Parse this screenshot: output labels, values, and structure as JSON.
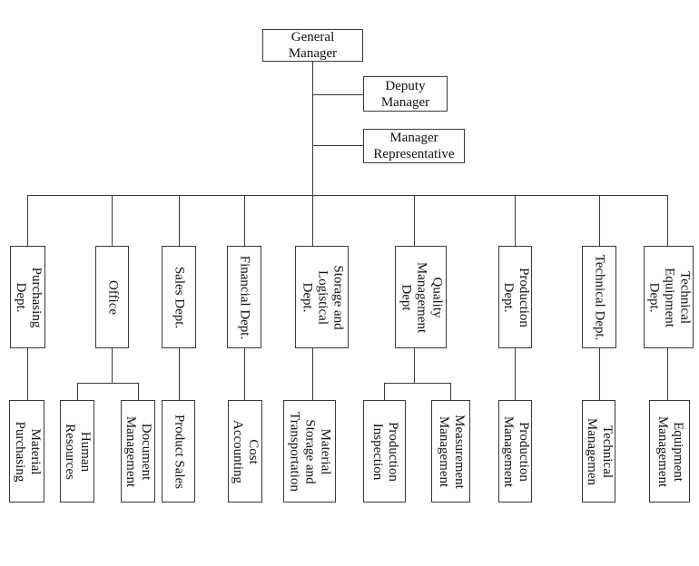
{
  "colors": {
    "background": "#ffffff",
    "line": "#3a3a3a",
    "box_border": "#3a3a3a",
    "box_background": "#ffffff",
    "text": "#111111"
  },
  "org": {
    "general_manager": {
      "label": "General\nManager"
    },
    "deputy_manager": {
      "label": "Deputy\nManager"
    },
    "manager_representative": {
      "label": "Manager\nRepresentative"
    },
    "departments": [
      {
        "id": "purchasing-dept",
        "label": "Purchasing\nDept.",
        "children": [
          {
            "id": "material-purchasing",
            "label": "Material\nPurchasing"
          }
        ]
      },
      {
        "id": "office",
        "label": "Office",
        "children": [
          {
            "id": "human-resources",
            "label": "Human\nResources"
          },
          {
            "id": "document-management",
            "label": "Document\nManagement"
          }
        ]
      },
      {
        "id": "sales-dept",
        "label": "Sales Dept.",
        "children": [
          {
            "id": "product-sales",
            "label": "Product Sales"
          }
        ]
      },
      {
        "id": "financial-dept",
        "label": "Financial Dept.",
        "children": [
          {
            "id": "cost-accounting",
            "label": "Cost\nAccounting"
          }
        ]
      },
      {
        "id": "storage-logistical-dept",
        "label": "Storage and\nLogistical\nDept.",
        "children": [
          {
            "id": "material-storage-transportation",
            "label": "Material\nStorage and\nTransportation"
          }
        ]
      },
      {
        "id": "quality-management-dept",
        "label": "Quality\nManagement\nDept",
        "children": [
          {
            "id": "production-inspection",
            "label": "Production\nInspection"
          },
          {
            "id": "measurement-management",
            "label": "Measurement\nManagement"
          }
        ]
      },
      {
        "id": "production-dept",
        "label": "Production\nDept.",
        "children": [
          {
            "id": "production-management",
            "label": "Production\nManagement"
          }
        ]
      },
      {
        "id": "technical-dept",
        "label": "Technical Dept.",
        "children": [
          {
            "id": "technical-management",
            "label": "Technical\nManagemen"
          }
        ]
      },
      {
        "id": "technical-equipment-dept",
        "label": "Technical\nEquipment\nDept.",
        "children": [
          {
            "id": "equipment-management",
            "label": "Equipment\nManagement"
          }
        ]
      }
    ]
  }
}
